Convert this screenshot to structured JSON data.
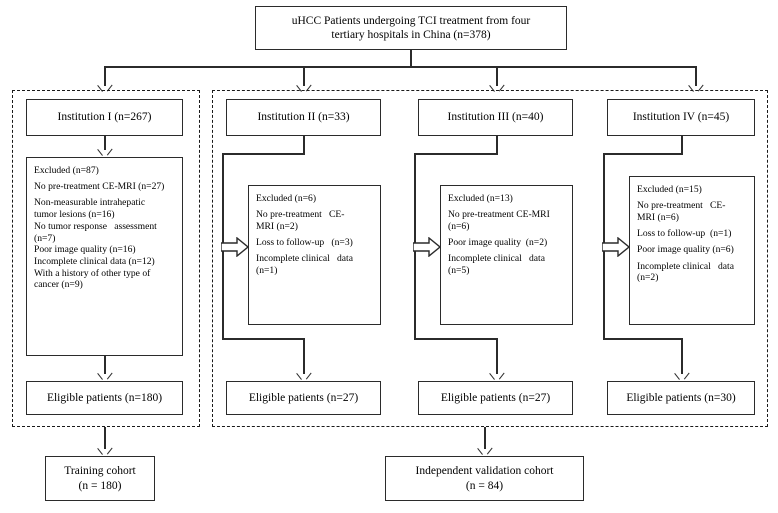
{
  "figure": {
    "type": "flowchart",
    "title_box": {
      "line1": "uHCC Patients undergoing TCI treatment from four",
      "line2": "tertiary hospitals in China (n=378)",
      "n": 378
    },
    "groups": {
      "training_group_label": "training-cohort-group",
      "validation_group_label": "validation-cohort-group"
    },
    "columns": [
      {
        "id": "institution-1",
        "header": "Institution I (n=267)",
        "n": 267,
        "excluded_total_label": "Excluded (n=87)",
        "excluded_total": 87,
        "reasons": [
          "No pre-treatment CE-MRI (n=27)",
          "Non-measurable intrahepatic",
          "tumor lesions (n=16)",
          "No tumor response   assessment",
          "(n=7)",
          "Poor image quality (n=16)",
          "Incomplete clinical data (n=12)",
          "With a history of other type of",
          "cancer (n=9)"
        ],
        "eligible": "Eligible patients (n=180)",
        "eligible_n": 180
      },
      {
        "id": "institution-2",
        "header": "Institution II (n=33)",
        "n": 33,
        "excluded_total_label": "Excluded (n=6)",
        "excluded_total": 6,
        "reasons": [
          "No pre-treatment   CE-",
          "MRI (n=2)",
          "Loss to follow-up   (n=3)",
          "Incomplete clinical   data",
          "(n=1)"
        ],
        "eligible": "Eligible patients (n=27)",
        "eligible_n": 27
      },
      {
        "id": "institution-3",
        "header": "Institution III (n=40)",
        "n": 40,
        "excluded_total_label": "Excluded (n=13)",
        "excluded_total": 13,
        "reasons": [
          "No pre-treatment CE-MRI",
          "(n=6)",
          "Poor image quality  (n=2)",
          "Incomplete clinical   data",
          "(n=5)"
        ],
        "eligible": "Eligible patients (n=27)",
        "eligible_n": 27
      },
      {
        "id": "institution-4",
        "header": "Institution IV (n=45)",
        "n": 45,
        "excluded_total_label": "Excluded (n=15)",
        "excluded_total": 15,
        "reasons": [
          "No pre-treatment   CE-",
          "MRI (n=6)",
          "Loss to follow-up  (n=1)",
          "Poor image quality (n=6)",
          "Incomplete clinical   data",
          "(n=2)"
        ],
        "eligible": "Eligible patients (n=30)",
        "eligible_n": 30
      }
    ],
    "outcomes": [
      {
        "id": "training-cohort",
        "line1": "Training cohort",
        "line2": "(n = 180)",
        "n": 180
      },
      {
        "id": "validation-cohort",
        "line1": "Independent validation cohort",
        "line2": "(n = 84)",
        "n": 84
      }
    ],
    "colors": {
      "stroke": "#2b2b2b",
      "dashed_stroke": "#1a1a1a",
      "background": "#ffffff",
      "text": "#000000"
    }
  }
}
